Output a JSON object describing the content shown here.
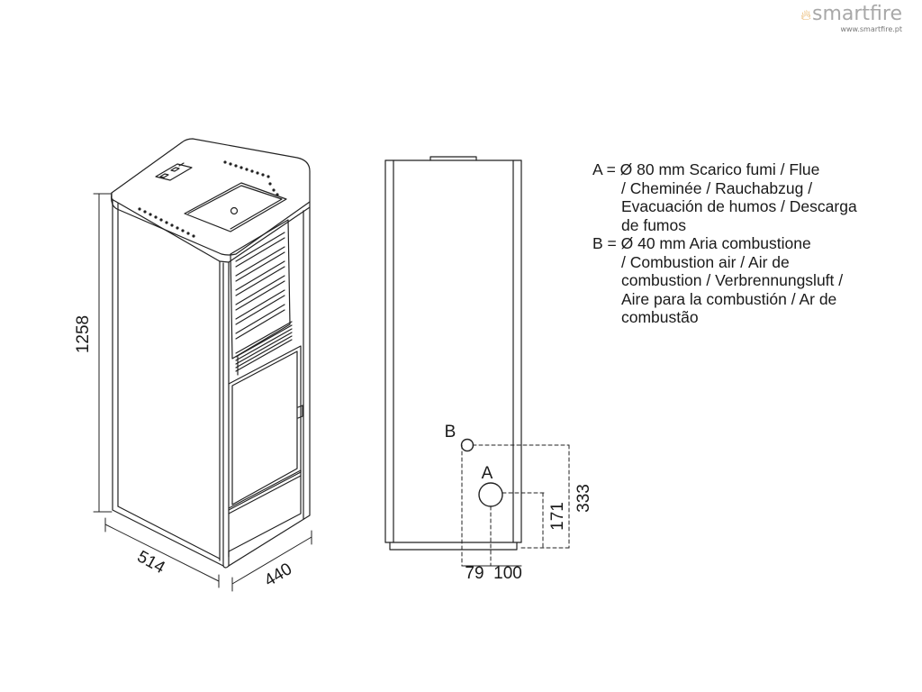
{
  "brand": {
    "name": "smartfire",
    "url": "www.smartfire.pt",
    "accent_color": "#e8b468"
  },
  "dimensions": {
    "height": "1258",
    "width": "514",
    "depth": "440",
    "b_height": "333",
    "a_height": "171",
    "b_offset": "79",
    "a_offset": "100"
  },
  "labels": {
    "a": "A",
    "b": "B"
  },
  "legend": [
    {
      "key": "A",
      "lines": [
        "A = Ø 80 mm  Scarico fumi / Flue",
        "/ Cheminée / Rauchabzug /",
        "Evacuación de humos / Descarga",
        "de fumos"
      ]
    },
    {
      "key": "B",
      "lines": [
        "B = Ø 40 mm  Aria combustione",
        "/ Combustion air / Air de",
        "combustion / Verbrennungsluft /",
        "Aire para la combustión / Ar de",
        "combustão"
      ]
    }
  ]
}
